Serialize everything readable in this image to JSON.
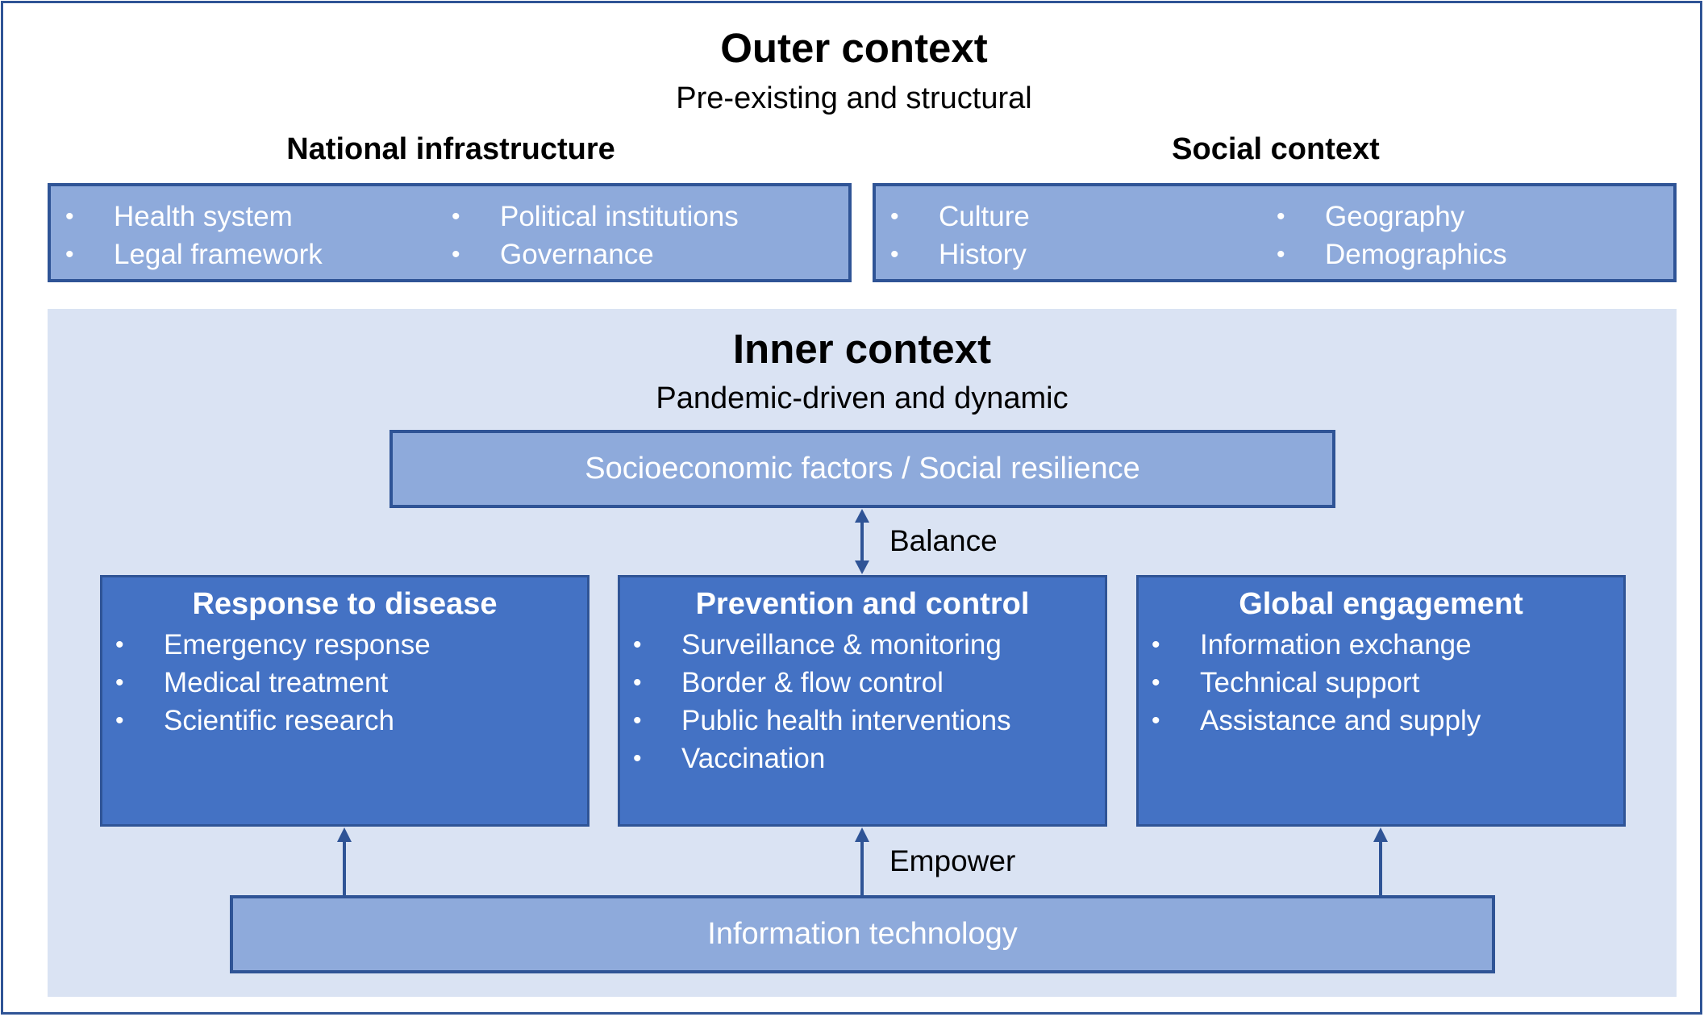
{
  "outer": {
    "title": "Outer context",
    "subtitle": "Pre-existing and structural",
    "national": {
      "heading": "National infrastructure",
      "col1": [
        "Health system",
        "Legal framework"
      ],
      "col2": [
        "Political institutions",
        "Governance"
      ]
    },
    "social": {
      "heading": "Social context",
      "col1": [
        "Culture",
        "History"
      ],
      "col2": [
        "Geography",
        "Demographics"
      ]
    }
  },
  "inner": {
    "title": "Inner context",
    "subtitle": "Pandemic-driven and dynamic",
    "socio_box": "Socioeconomic factors / Social resilience",
    "balance_label": "Balance",
    "response": {
      "title": "Response to disease",
      "items": [
        "Emergency response",
        "Medical treatment",
        "Scientific research"
      ]
    },
    "prevention": {
      "title": "Prevention and control",
      "items": [
        "Surveillance & monitoring",
        "Border & flow control",
        "Public health interventions",
        "Vaccination"
      ]
    },
    "global": {
      "title": "Global engagement",
      "items": [
        "Information exchange",
        "Technical support",
        "Assistance and supply"
      ]
    },
    "empower_label": "Empower",
    "it_box": "Information technology"
  },
  "colors": {
    "border": "#2f5496",
    "light_box": "#8eaadb",
    "dark_box": "#4472c4",
    "inner_panel": "#dae3f3"
  }
}
